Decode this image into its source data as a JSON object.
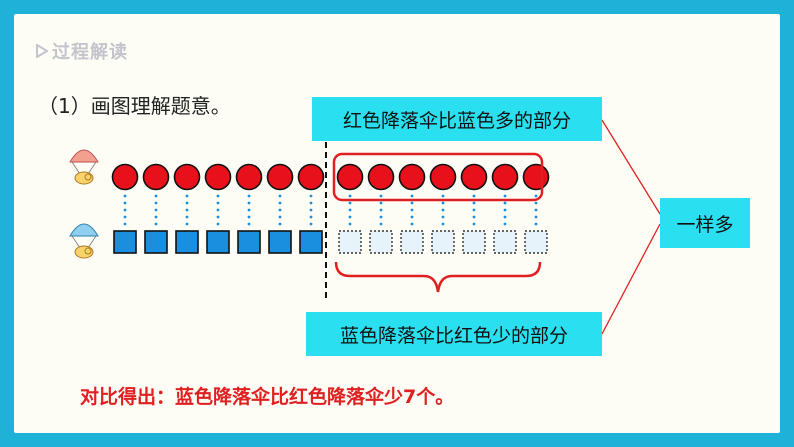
{
  "section_tag": "过程解读",
  "subtitle": "（1）画图理解题意。",
  "label_top": "红色降落伞比蓝色多的部分",
  "label_right": "一样多",
  "label_bottom": "蓝色降落伞比红色少的部分",
  "conclusion": "对比得出：蓝色降落伞比红色降落伞少7个。",
  "counts": {
    "red_circles": 14,
    "blue_squares": 7,
    "dashed_squares": 7
  },
  "colors": {
    "frame": "#1fb2d9",
    "red": "#e8101a",
    "blue": "#1a8fe0",
    "label_bg": "#2ae0f0",
    "bracket": "#e02020",
    "conclusion": "#e02020"
  }
}
